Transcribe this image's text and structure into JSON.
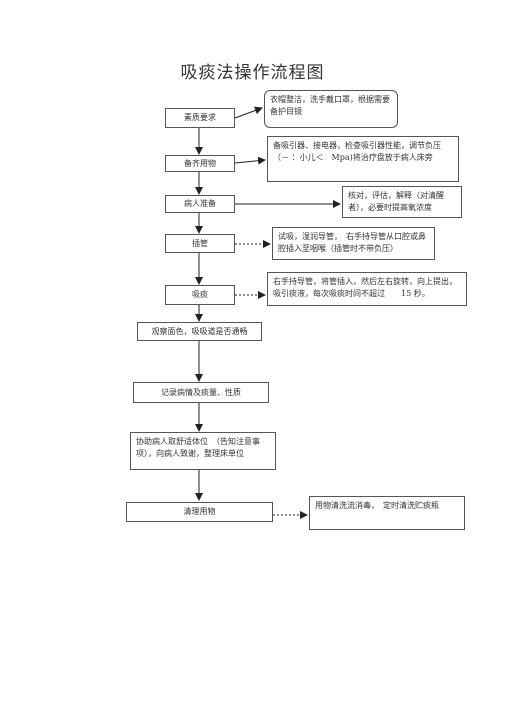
{
  "title": "吸痰法操作流程图",
  "steps": [
    {
      "label": "素质要求",
      "note": "衣帽整洁，洗手戴口罩，根据需要备护目镜"
    },
    {
      "label": "备齐用物",
      "note": "备吸引器、接电器，检查吸引器性能，调节负压（－ ：小儿＜　Mpa)将治疗盘放于病人床旁"
    },
    {
      "label": "病人准备",
      "note": "核对，评估，解释（对清醒者），必要时提高氧浓度"
    },
    {
      "label": "插管",
      "note": "试吸，湿润导管，　右手持导管从口腔或鼻腔插入至咽喉（插管时不带负压）"
    },
    {
      "label": "吸痰",
      "note": "右手持导管，将管插入，然后左右旋转，向上提出，吸引痰液，每次吸痰时间不超过　　15 秒。"
    },
    {
      "label": "观察面色，吸吸道是否通畅"
    },
    {
      "label": "记录病情及痰量、性质"
    },
    {
      "label": "协助病人取舒适体位　（告知注意事项），向病人致谢，整理床单位"
    },
    {
      "label": "清理用物",
      "note": "用物清洗流消毒，　定时清洗贮痰瓶"
    }
  ],
  "colors": {
    "line": "#222222",
    "border": "#555555",
    "text": "#333333"
  }
}
